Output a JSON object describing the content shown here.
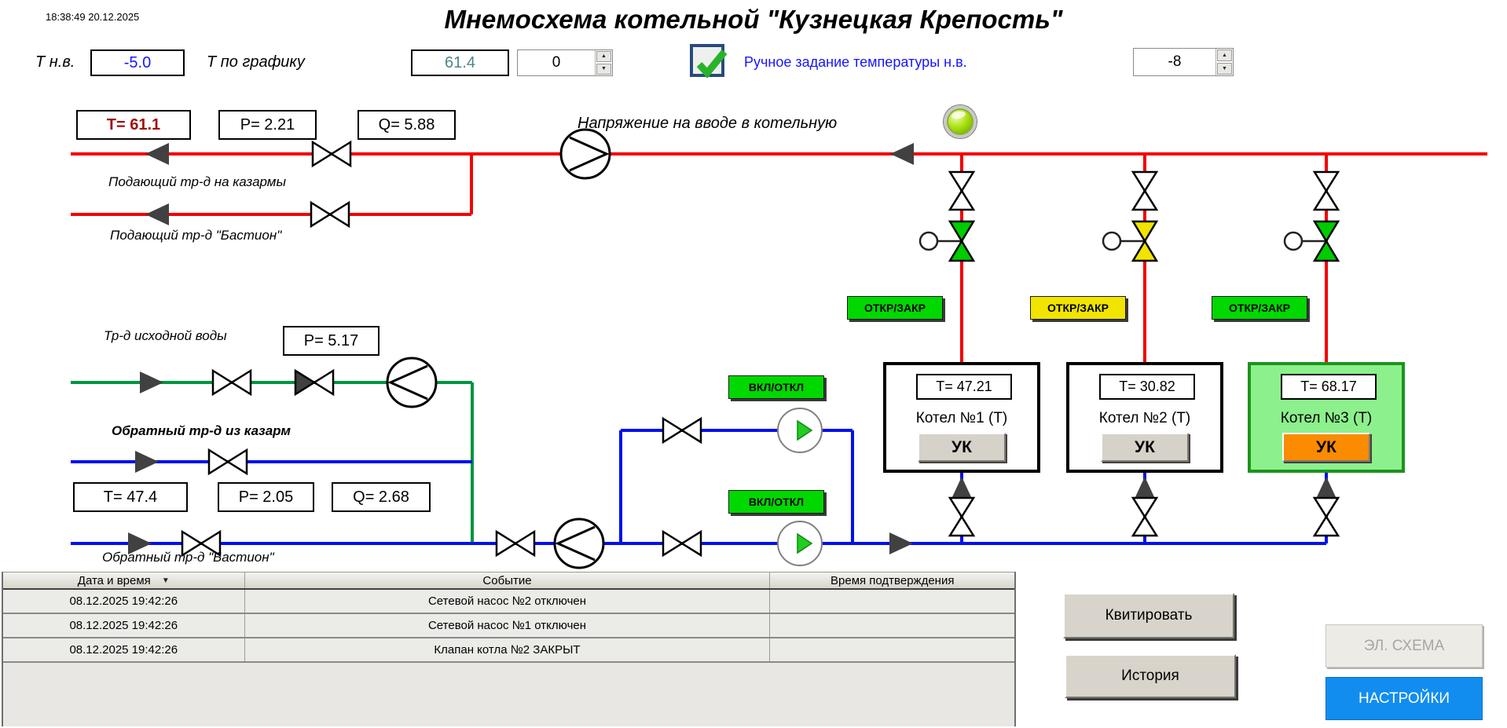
{
  "colors": {
    "pipe_red": "#f30000",
    "pipe_blue": "#0011ee",
    "pipe_green": "#009640",
    "btn_green": "#00d800",
    "btn_yellow": "#f0e400",
    "valve_green": "#00cc00",
    "valve_yellow": "#f0e400",
    "boiler_active_bg": "#8cf08c",
    "boiler_active_border": "#1c941c",
    "uk_orange": "#fb8b00",
    "settings_blue": "#118df0",
    "value_blue": "#1515ff",
    "value_teal": "#4d8585",
    "supply_temp_red": "#a01010",
    "label_blue": "#1616ff",
    "chk_border": "#2a4a7e",
    "arrow_gray": "#414141"
  },
  "header": {
    "clock": "18:38:49 20.12.2025",
    "title": "Мнемосхема котельной \"Кузнецкая Крепость\"",
    "t_outdoor_label": "Т н.в.",
    "t_outdoor_value": "-5.0",
    "t_schedule_label": "Т по графику",
    "t_schedule_value": "61.4",
    "correction_value": "0",
    "manual_setpoint_label": "Ручное задание температуры н.в.",
    "manual_setpoint_checked": true,
    "manual_setpoint_value": "-8"
  },
  "supply": {
    "temp": "T= 61.1",
    "pressure": "P= 2.21",
    "flow": "Q= 5.88",
    "line_barracks_label": "Подающий тр-д на казармы",
    "line_bastion_label": "Подающий тр-д \"Бастион\"",
    "voltage_label": "Напряжение на вводе в котельную"
  },
  "source_water": {
    "label": "Тр-д исходной воды",
    "pressure": "P= 5.17"
  },
  "return_line": {
    "line_barracks_label": "Обратный тр-д из казарм",
    "temp": "T= 47.4",
    "pressure": "P= 2.05",
    "flow": "Q= 2.68",
    "line_bastion_label": "Обратный тр-д \"Бастион\""
  },
  "network_pumps": {
    "pump1_button": "ВКЛ/ОТКЛ",
    "pump2_button": "ВКЛ/ОТКЛ"
  },
  "boilers": [
    {
      "name": "Котел №1 (Т)",
      "temp": "T= 47.21",
      "uk_button": "УК",
      "valve_button": "ОТКР/ЗАКР",
      "valve_state": "green",
      "active": false
    },
    {
      "name": "Котел №2 (Т)",
      "temp": "T= 30.82",
      "uk_button": "УК",
      "valve_button": "ОТКР/ЗАКР",
      "valve_state": "yellow",
      "active": false
    },
    {
      "name": "Котел №3 (Т)",
      "temp": "T= 68.17",
      "uk_button": "УК",
      "valve_button": "ОТКР/ЗАКР",
      "valve_state": "green",
      "active": true
    }
  ],
  "events_table": {
    "columns": [
      "Дата и время",
      "Событие",
      "Время подтверждения"
    ],
    "rows": [
      {
        "datetime": "08.12.2025 19:42:26",
        "event": "Сетевой насос №2 отключен",
        "ack_time": ""
      },
      {
        "datetime": "08.12.2025 19:42:26",
        "event": "Сетевой насос №1 отключен",
        "ack_time": ""
      },
      {
        "datetime": "08.12.2025 19:42:26",
        "event": "Клапан котла №2 ЗАКРЫТ",
        "ack_time": ""
      }
    ]
  },
  "actions": {
    "acknowledge": "Квитировать",
    "history": "История",
    "electrical_schema": "ЭЛ. СХЕМА",
    "settings": "НАСТРОЙКИ"
  }
}
